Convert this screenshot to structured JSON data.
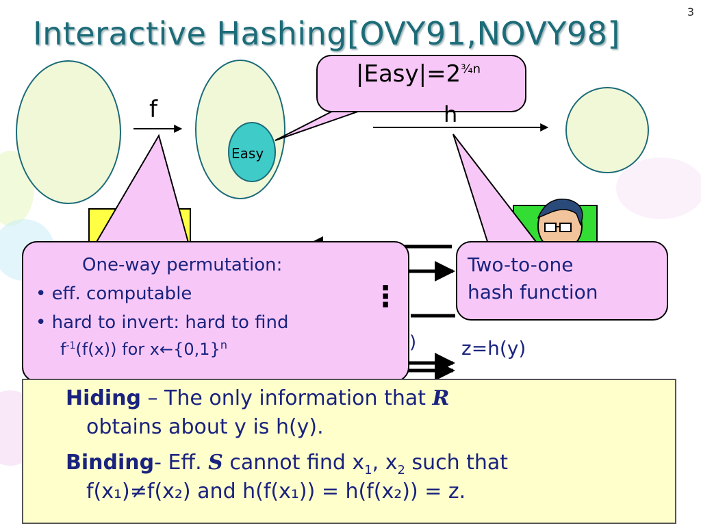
{
  "slide": {
    "title": "Interactive Hashing[OVY91,NOVY98]",
    "page_number": "3"
  },
  "diagram": {
    "f_label": "f",
    "h_label": "h",
    "easy_label": "Easy",
    "easy_callout": "|Easy|=2",
    "easy_exponent": "¾",
    "easy_exponent_n": "n",
    "ellipsis": "⋮",
    "left_lower_label": ")",
    "z_label": "z=h(y)"
  },
  "owp_callout": {
    "heading": "One-way permutation:",
    "bullets": [
      "eff. computable",
      "hard to invert: hard to find"
    ],
    "line3_prefix": "f",
    "line3_sup": "-1",
    "line3_mid": "(f(x)) for x",
    "line3_arrow": "←",
    "line3_suffix": "{0,1}",
    "line3_n": "n"
  },
  "hash_callout": {
    "line1": "Two-to-one",
    "line2": "hash function"
  },
  "properties": {
    "hiding_term": "Hiding",
    "hiding_text1": " – The only information that ",
    "hiding_symbol": "R",
    "hiding_text2": "obtains about y is h(y).",
    "binding_term": "Binding",
    "binding_text1": "- Eff. ",
    "binding_symbol": "S",
    "binding_text2": " cannot find x",
    "sub1": "1",
    "comma": ", x",
    "sub2": "2",
    "binding_text3": " such that",
    "line4": "f(x₁)≠f(x₂) and h(f(x₁)) = h(f(x₂)) = z."
  },
  "colors": {
    "title": "#1c6b78",
    "callout_fill": "#f7c8f7",
    "easy_fill": "#3fcbc8",
    "properties_fill": "#ffffcc",
    "text_blue": "#1a237e"
  }
}
